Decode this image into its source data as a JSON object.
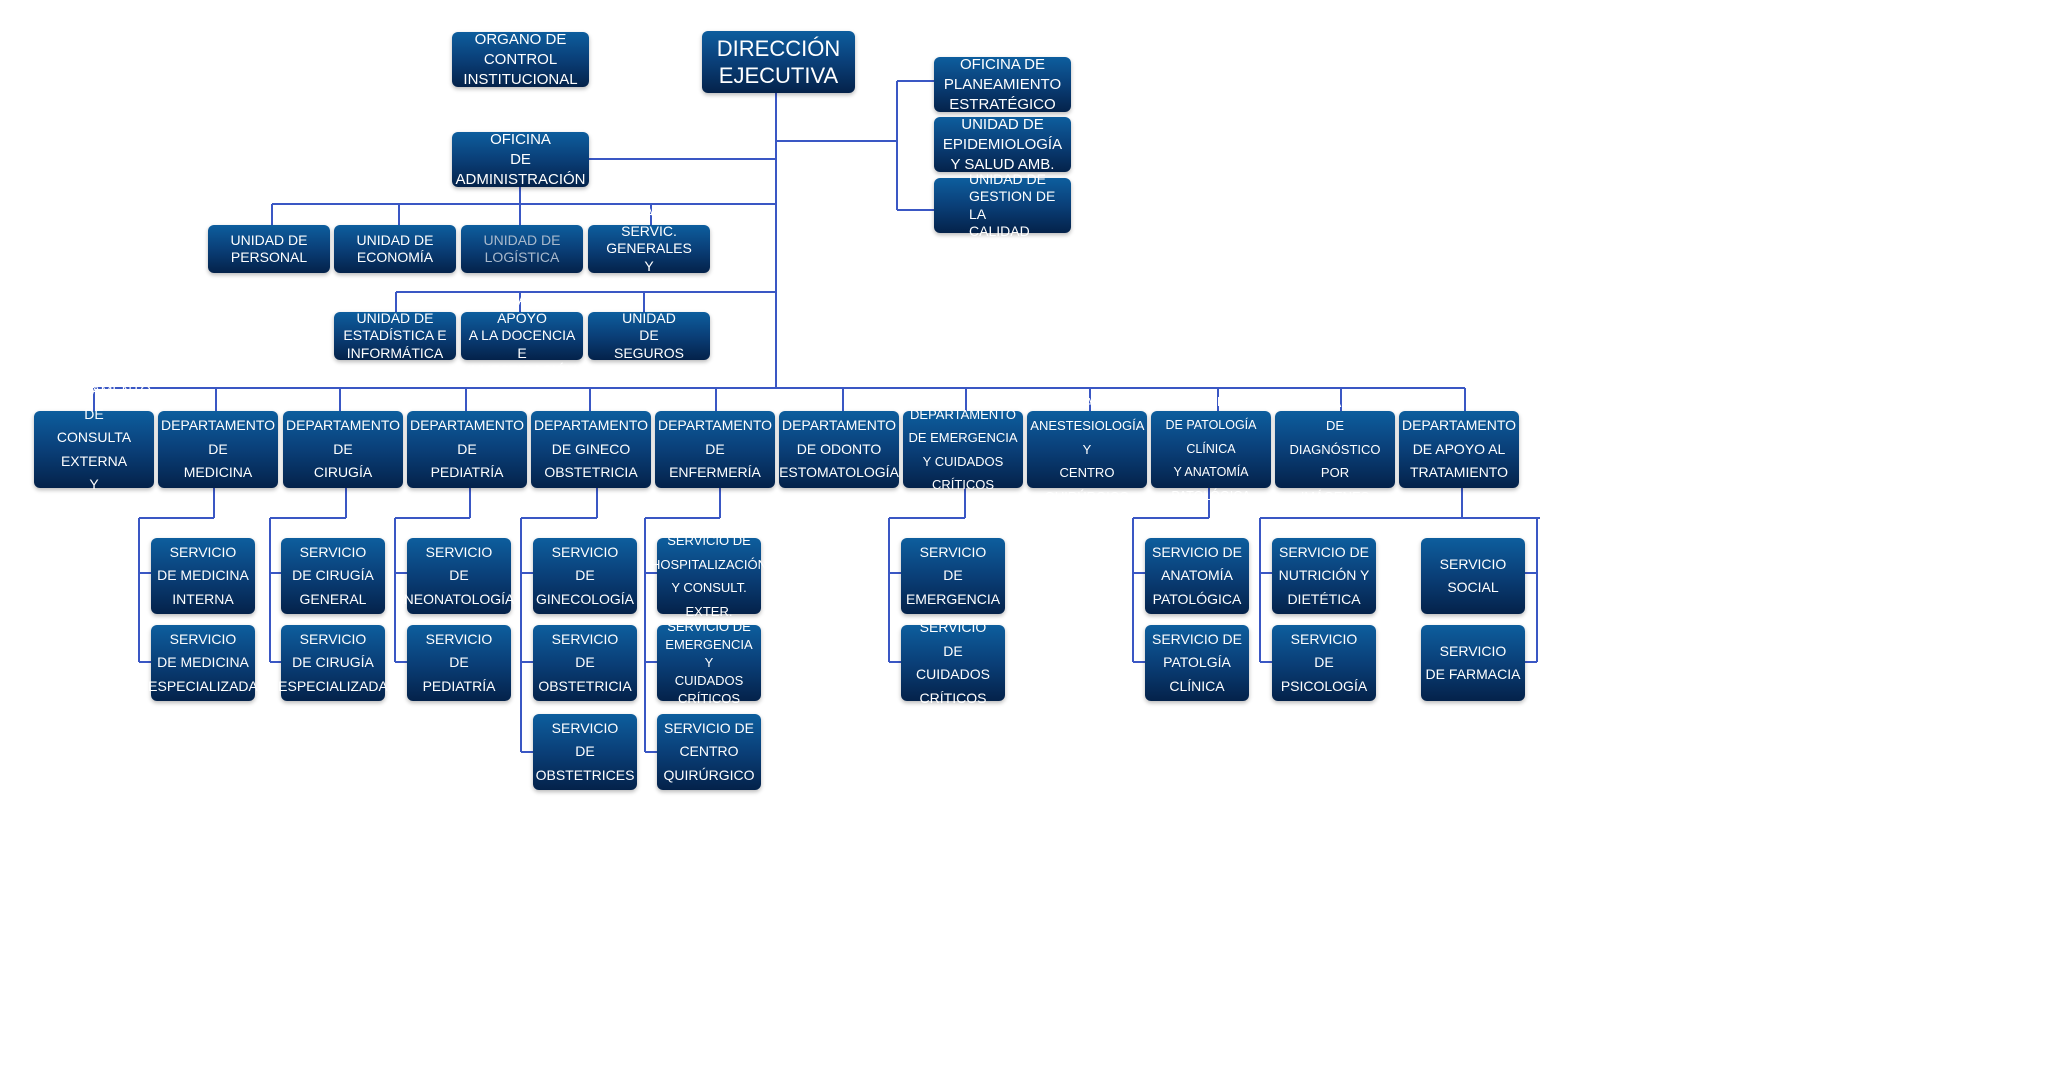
{
  "colors": {
    "box_top": "#0d5e9e",
    "box_bottom": "#04224a",
    "connector": "#3a57c4",
    "text": "#ffffff"
  },
  "top": {
    "direccion": "DIRECCIÓN\nEJECUTIVA",
    "organo_control": "ORGANO DE\nCONTROL\nINSTITUCIONAL",
    "oficina_administracion": "OFICINA\nDE\nADMINISTRACIÓN"
  },
  "staff": {
    "planeamiento": "OFICINA DE\nPLANEAMIENTO\nESTRATÉGICO",
    "epidemiologia": "UNIDAD DE\nEPIDEMIOLOGÍA\nY SALUD AMB.",
    "calidad": "UNIDAD DE\nGESTION DE LA\nCALIDAD"
  },
  "units_row1": {
    "personal": "UNIDAD DE\nPERSONAL",
    "economia": "UNIDAD DE\nECONOMÍA",
    "logistica": "UNIDAD DE\nLOGÍSTICA",
    "servicios_generales": "UNIDAD DE\nSERVIC. GENERALES\nY MANTENIMIENTO"
  },
  "units_row2": {
    "estadistica": "UNIDAD DE\nESTADÍSTICA E\nINFORMÁTICA",
    "docencia": "UNIDAD DE APOYO\nA LA DOCENCIA E\nINVESTIGACIÓN",
    "seguros": "UNIDAD\nDE\nSEGUROS"
  },
  "departments": {
    "consulta_externa": "DEPARTAMENTO DE\nCONSULTA EXTERNA\nY HOSPITALIZACIÓN",
    "medicina": "DEPARTAMENTO\nDE\nMEDICINA",
    "cirugia": "DEPARTAMENTO\nDE\nCIRUGÍA",
    "pediatria": "DEPARTAMENTO\nDE\nPEDIATRÍA",
    "gineco": "DEPARTAMENTO\nDE GINECO\nOBSTETRICIA",
    "enfermeria": "DEPARTAMENTO\nDE\nENFERMERÍA",
    "odonto": "DEPARTAMENTO\nDE ODONTO\nESTOMATOLOGÍA",
    "emergencia": "DEPARTAMENTO\nDE EMERGENCIA\nY CUIDADOS CRÍTICOS",
    "anestesiologia": "DEPARTAMENTO\nANESTESIOLOGÍA Y\nCENTRO QUIRÚRGICO",
    "patologia": "DEPARTAMENTO\nDE PATOLOGÍA CLÍNICA\nY ANATOMÍA PATOLÓGICA",
    "diagnostico": "DEPARTAMENTO\nDE DIAGNÓSTICO POR\nIMÁGENES",
    "apoyo_tratamiento": "DEPARTAMENTO\nDE APOYO AL\nTRATAMIENTO"
  },
  "services": {
    "medicina_interna": "SERVICIO\nDE MEDICINA\nINTERNA",
    "medicina_especializada": "SERVICIO\nDE MEDICINA\nESPECIALIZADA",
    "cirugia_general": "SERVICIO\nDE CIRUGÍA\nGENERAL",
    "cirugia_especializada": "SERVICIO\nDE CIRUGÍA\nESPECIALIZADA",
    "neonatologia": "SERVICIO\nDE\nNEONATOLOGÍA",
    "pediatria": "SERVICIO\nDE\nPEDIATRÍA",
    "ginecologia": "SERVICIO\nDE\nGINECOLOGÍA",
    "obstetricia": "SERVICIO\nDE\nOBSTETRICIA",
    "obstetrices": "SERVICIO\nDE\nOBSTETRICES",
    "hospitalizacion": "SERVICIO DE\nHOSPITALIZACIÓN\nY CONSULT. EXTER.",
    "emergencia_cuidados": "SERVICIO DE\nEMERGENCIA Y\nCUIDADOS\nCRÍTICOS",
    "centro_quirurgico": "SERVICIO DE\nCENTRO\nQUIRÚRGICO",
    "emergencia": "SERVICIO\nDE\nEMERGENCIA",
    "cuidados_criticos": "SERVICIO\nDE CUIDADOS\nCRÍTICOS",
    "anatomia_patologica": "SERVICIO DE\nANATOMÍA\nPATOLÓGICA",
    "patologia_clinica": "SERVICIO DE\nPATOLGÍA\nCLÍNICA",
    "nutricion": "SERVICIO DE\nNUTRICIÓN Y\nDIETÉTICA",
    "psicologia": "SERVICIO\nDE\nPSICOLOGÍA",
    "social": "SERVICIO\nSOCIAL",
    "farmacia": "SERVICIO\nDE FARMACIA"
  }
}
